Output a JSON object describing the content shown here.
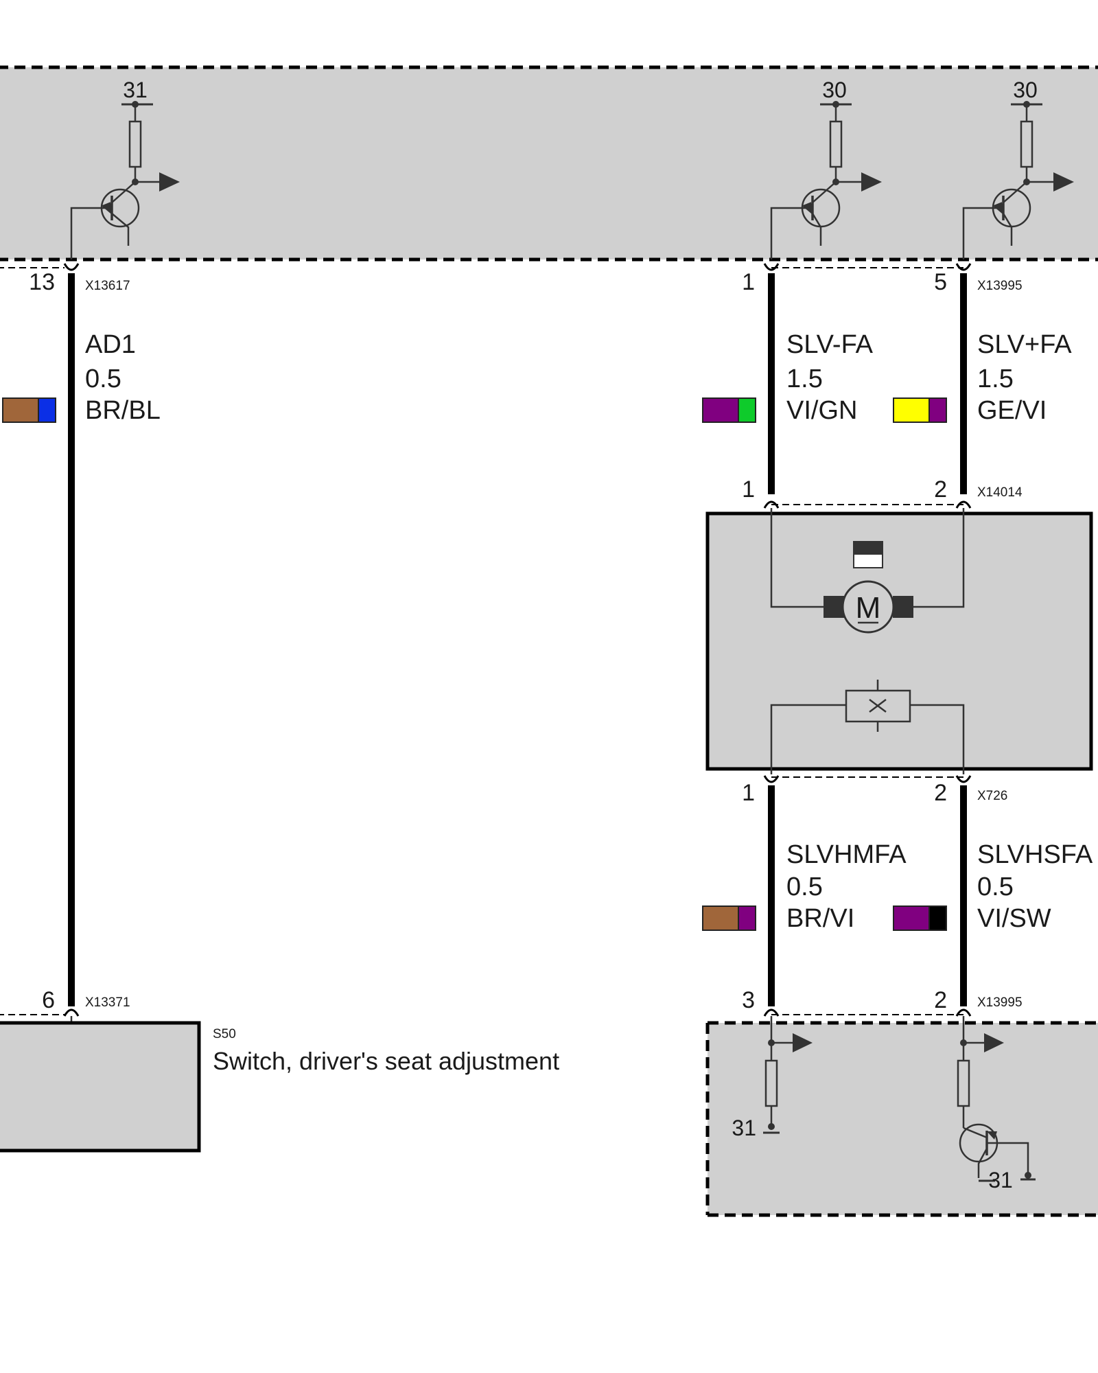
{
  "colors": {
    "module_fill": "#d0d0d0",
    "wire": "#000000",
    "BR": "#a0663a",
    "BL": "#0b2fe6",
    "VI": "#800080",
    "GN": "#0ecb2b",
    "GE": "#ffff00",
    "SW": "#000000"
  },
  "top_module": {
    "terminals": {
      "t31_left": "31",
      "t30_mid": "30",
      "t30_right": "30"
    }
  },
  "connectors": {
    "top_left": "X13617",
    "top_right": "X13995",
    "motor_top": "X14014",
    "motor_bottom": "X726",
    "bottom_left": "X13371",
    "bottom_right": "X13995"
  },
  "wires": {
    "ad1": {
      "name": "AD1",
      "size": "0.5",
      "color": "BR/BL",
      "pin_top": "13",
      "pin_bottom": "6"
    },
    "slv_minus": {
      "name": "SLV-FA",
      "size": "1.5",
      "color": "VI/GN",
      "pin_top": "1",
      "pin_bottom": "1"
    },
    "slv_plus": {
      "name": "SLV+FA",
      "size": "1.5",
      "color": "GE/VI",
      "pin_top": "5",
      "pin_bottom": "2"
    },
    "slvhmfa": {
      "name": "SLVHMFA",
      "size": "0.5",
      "color": "BR/VI",
      "pin_top": "1",
      "pin_bottom": "3"
    },
    "slvhsfa": {
      "name": "SLVHSFA",
      "size": "0.5",
      "color": "VI/SW",
      "pin_top": "2",
      "pin_bottom": "2"
    }
  },
  "motor": {
    "symbol": "M"
  },
  "switch": {
    "id": "S50",
    "label": "Switch, driver's seat adjustment"
  },
  "bottom_module": {
    "terminals": {
      "t31_left": "31",
      "t31_right": "31"
    }
  }
}
